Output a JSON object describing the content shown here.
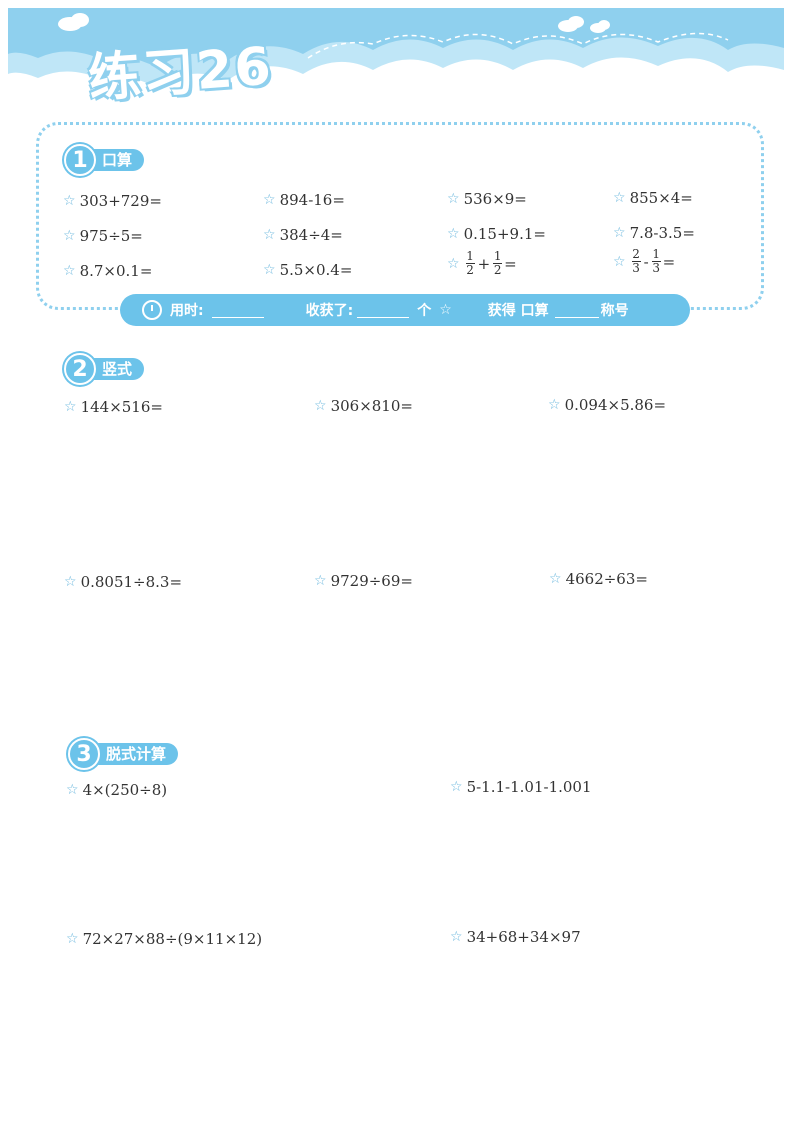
{
  "header": {
    "title": "练习26"
  },
  "section1": {
    "number": "1",
    "label": "口算",
    "problems": [
      "303+729=",
      "894-16=",
      "536×9=",
      "855×4=",
      "975÷5=",
      "384÷4=",
      "0.15+9.1=",
      "7.8-3.5=",
      "8.7×0.1=",
      "5.5×0.4="
    ],
    "fraction_problems": [
      {
        "a_num": "1",
        "a_den": "2",
        "op": "+",
        "b_num": "1",
        "b_den": "2",
        "eq": "="
      },
      {
        "a_num": "2",
        "a_den": "3",
        "op": "-",
        "b_num": "1",
        "b_den": "3",
        "eq": "="
      }
    ]
  },
  "record": {
    "time_label": "用时:",
    "harvest_label": "收获了:",
    "unit": "个",
    "star": "☆",
    "get_label": "获得 口算",
    "title_label": "称号"
  },
  "section2": {
    "number": "2",
    "label": "竖式",
    "problems": [
      "144×516=",
      "306×810=",
      "0.094×5.86=",
      "0.8051÷8.3=",
      "9729÷69=",
      "4662÷63="
    ]
  },
  "section3": {
    "number": "3",
    "label": "脱式计算",
    "problems": [
      "4×(250÷8)",
      "5-1.1-1.01-1.001",
      "72×27×88÷(9×11×12)",
      "34+68+34×97"
    ]
  },
  "star_icon": "☆",
  "colors": {
    "accent": "#6cc3ea",
    "light": "#bfe6f7"
  }
}
